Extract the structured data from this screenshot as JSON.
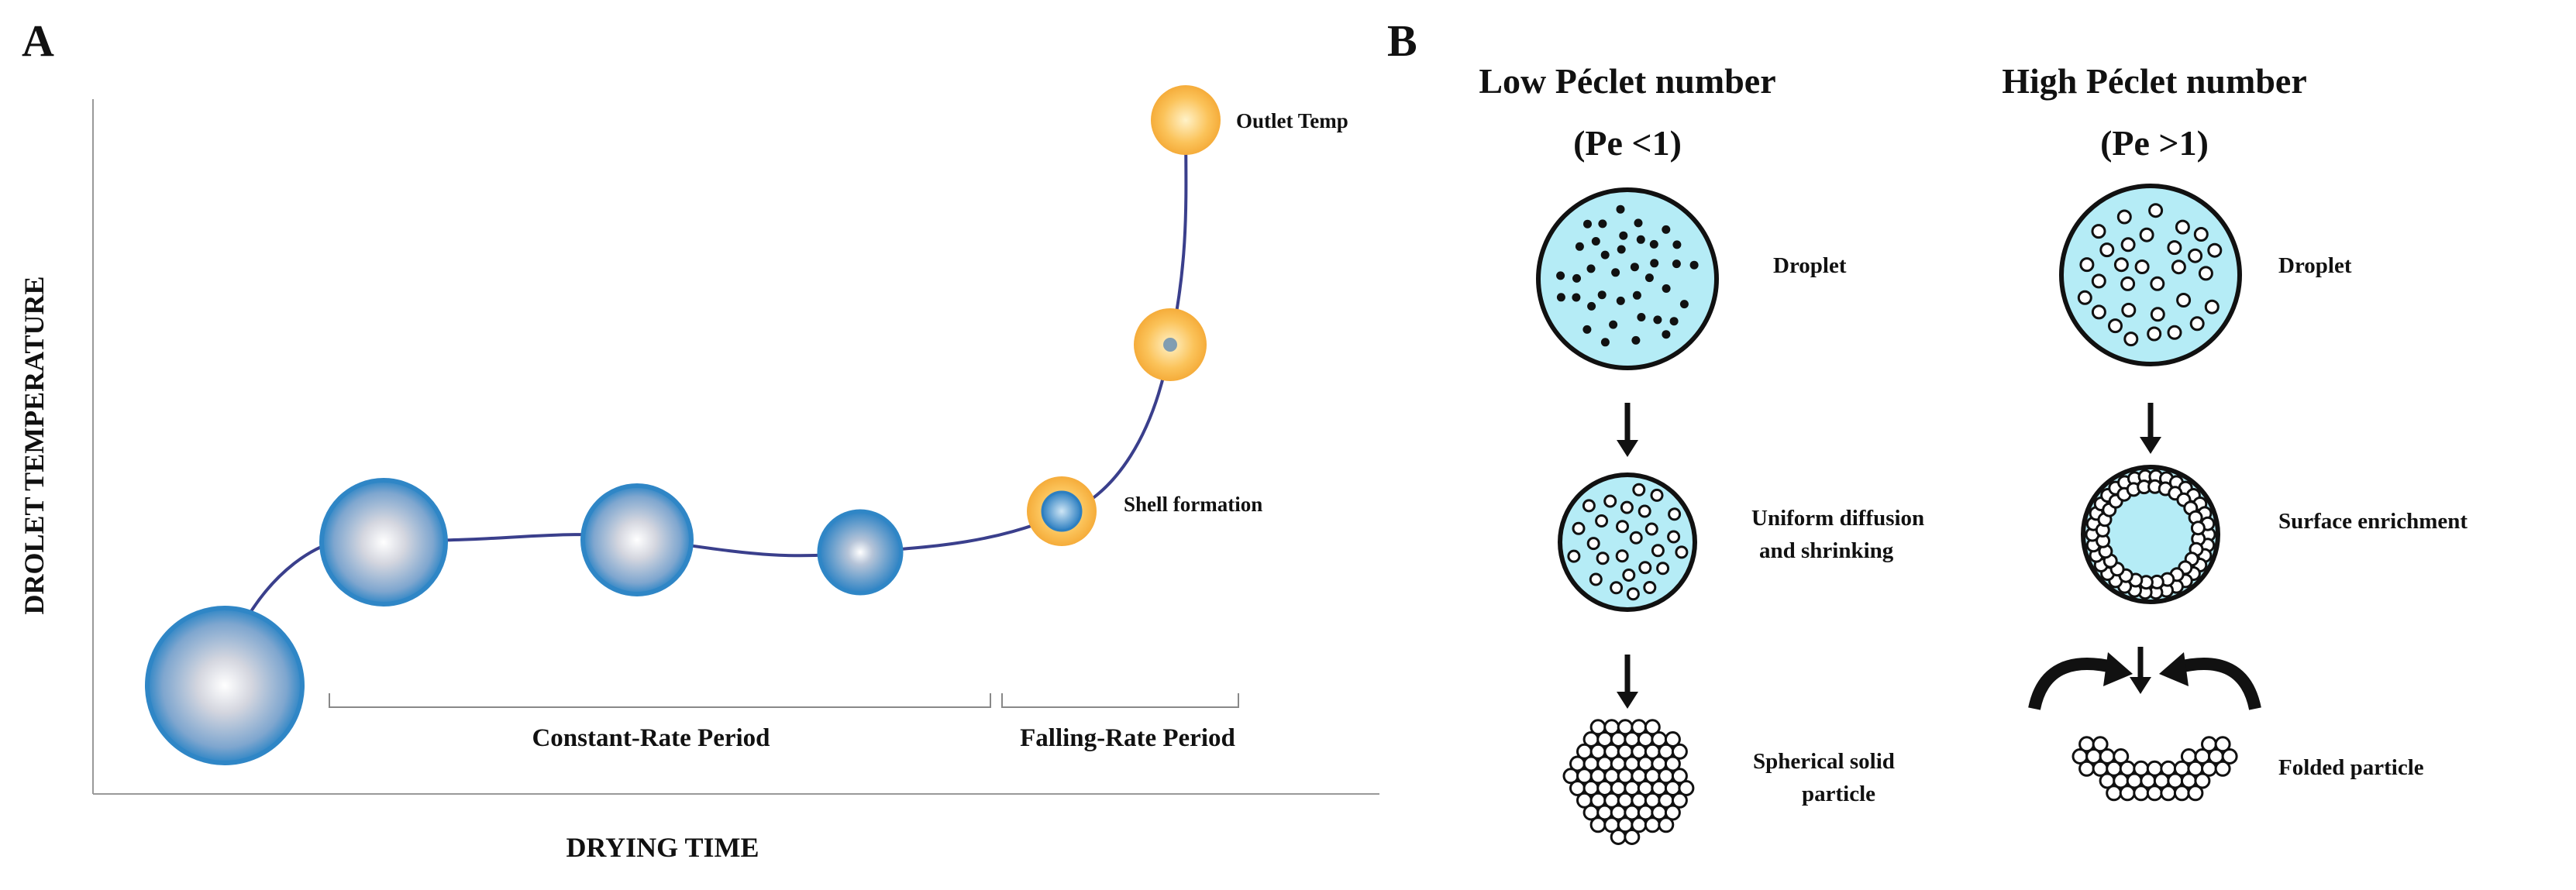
{
  "panel_a": {
    "letter": "A",
    "x_axis_title": "DRYING TIME",
    "y_axis_title": "DROLET TEMPERATURE",
    "annotations": {
      "outlet_temp": "Outlet Temp",
      "shell_formation": "Shell formation"
    },
    "periods": {
      "constant": "Constant-Rate Period",
      "falling": "Falling-Rate Period"
    },
    "colors": {
      "droplet_edge": "#2f86c6",
      "droplet_center": "#e6e6e6",
      "shell": "#f7b84b",
      "curve": "#3a3f8c"
    }
  },
  "panel_b": {
    "letter": "B",
    "low": {
      "heading": "Low Péclet number",
      "condition": "(Pe <1)",
      "stage1": "Droplet",
      "stage2_line1": "Uniform diffusion",
      "stage2_line2": "and shrinking",
      "stage3_line1": "Spherical solid",
      "stage3_line2": "particle"
    },
    "high": {
      "heading": "High Péclet number",
      "condition": "(Pe >1)",
      "stage1": "Droplet",
      "stage2": "Surface enrichment",
      "stage3": "Folded particle"
    },
    "colors": {
      "droplet_fill": "#b5ecf6"
    }
  }
}
